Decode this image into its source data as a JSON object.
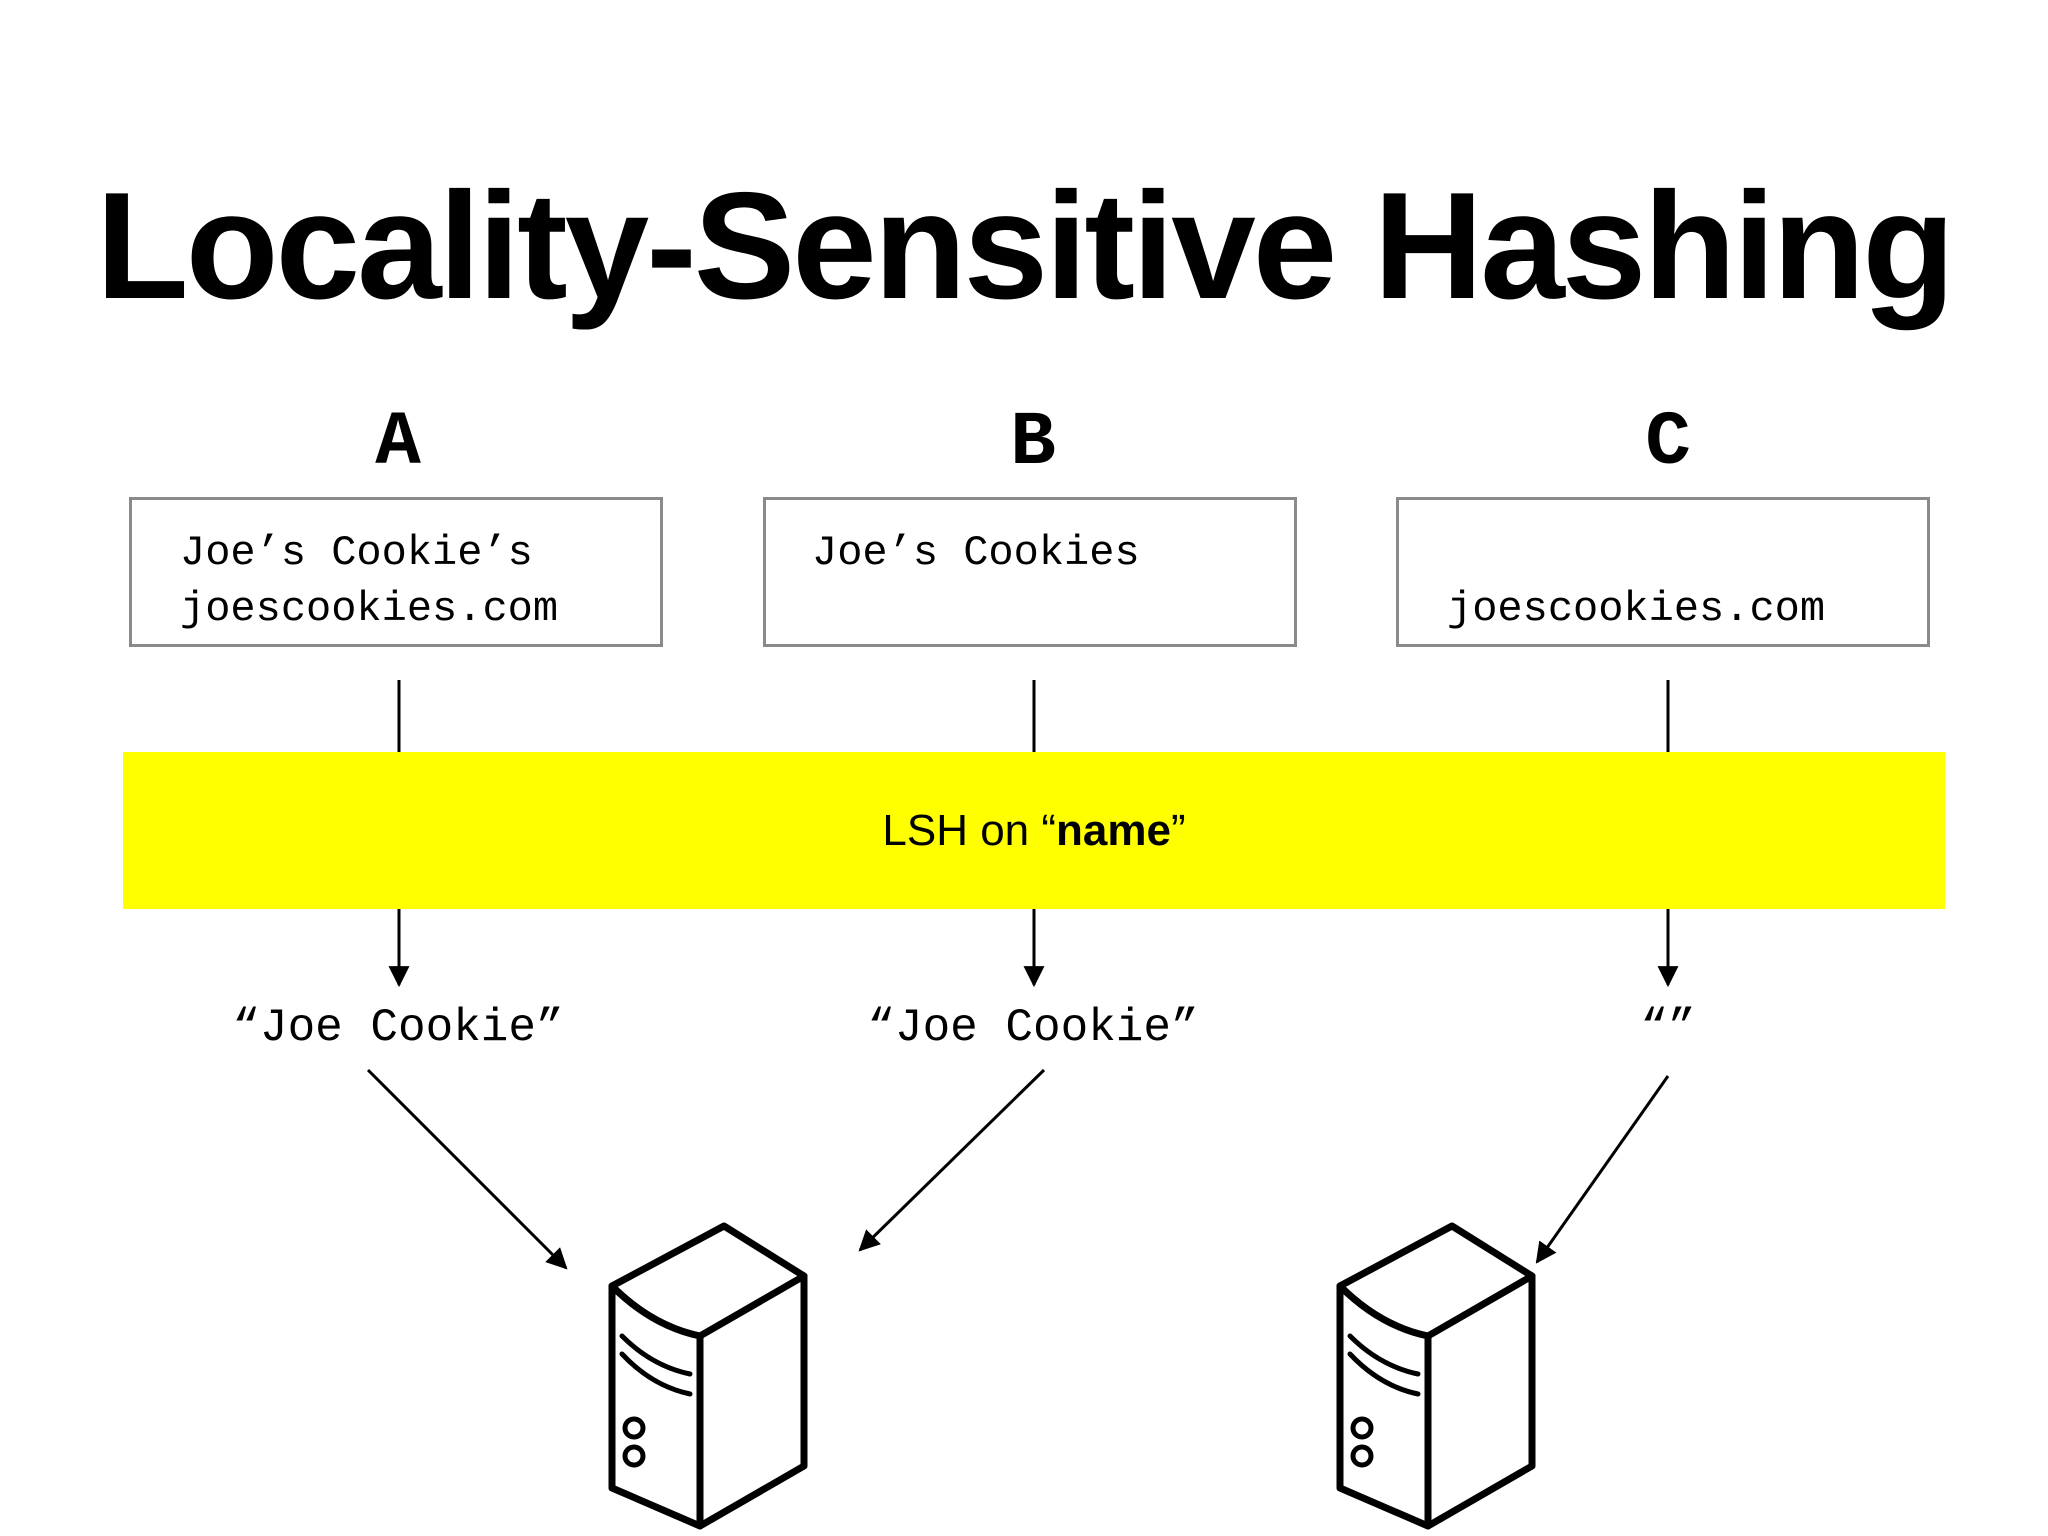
{
  "title": "Locality-Sensitive Hashing",
  "columns": [
    {
      "letter": "A",
      "record_lines": [
        "Joe’s Cookie’s",
        "joescookies.com"
      ],
      "hash_output": "“Joe Cookie”"
    },
    {
      "letter": "B",
      "record_lines": [
        "Joe’s Cookies",
        ""
      ],
      "hash_output": "“Joe Cookie”"
    },
    {
      "letter": "C",
      "record_lines": [
        "",
        "joescookies.com"
      ],
      "hash_output": "“”"
    }
  ],
  "lsh": {
    "prefix": "LSH on “",
    "field": "name",
    "suffix": "”"
  },
  "servers": [
    {
      "icon": "server-icon",
      "receives_from": [
        "A",
        "B"
      ]
    },
    {
      "icon": "server-icon",
      "receives_from": [
        "C"
      ]
    }
  ],
  "colors": {
    "band": "#ffff00",
    "box_border": "#8a8a8a"
  }
}
